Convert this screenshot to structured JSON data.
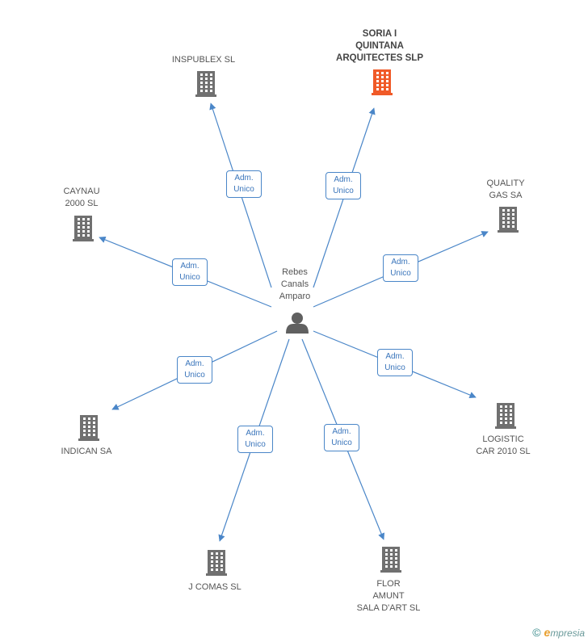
{
  "center": {
    "label_lines": [
      "Rebes",
      "Canals",
      "Amparo"
    ],
    "icon": "person-icon"
  },
  "companies": [
    {
      "id": "soria",
      "label_lines": [
        "SORIA I",
        "QUINTANA",
        "ARQUITECTES SLP"
      ],
      "highlight": true,
      "icon": "building-icon"
    },
    {
      "id": "inspublex",
      "label_lines": [
        "INSPUBLEX SL"
      ],
      "highlight": false,
      "icon": "building-icon"
    },
    {
      "id": "caynau",
      "label_lines": [
        "CAYNAU",
        "2000 SL"
      ],
      "highlight": false,
      "icon": "building-icon"
    },
    {
      "id": "quality",
      "label_lines": [
        "QUALITY",
        "GAS SA"
      ],
      "highlight": false,
      "icon": "building-icon"
    },
    {
      "id": "indican",
      "label_lines": [
        "INDICAN SA"
      ],
      "highlight": false,
      "icon": "building-icon"
    },
    {
      "id": "logistic",
      "label_lines": [
        "LOGISTIC",
        "CAR 2010 SL"
      ],
      "highlight": false,
      "icon": "building-icon"
    },
    {
      "id": "jcomas",
      "label_lines": [
        "J COMAS SL"
      ],
      "highlight": false,
      "icon": "building-icon"
    },
    {
      "id": "flor",
      "label_lines": [
        "FLOR",
        "AMUNT",
        "SALA D'ART SL"
      ],
      "highlight": false,
      "icon": "building-icon"
    }
  ],
  "edges": [
    {
      "to": "soria",
      "label_lines": [
        "Adm.",
        "Unico"
      ]
    },
    {
      "to": "inspublex",
      "label_lines": [
        "Adm.",
        "Unico"
      ]
    },
    {
      "to": "caynau",
      "label_lines": [
        "Adm.",
        "Unico"
      ]
    },
    {
      "to": "quality",
      "label_lines": [
        "Adm.",
        "Unico"
      ]
    },
    {
      "to": "indican",
      "label_lines": [
        "Adm.",
        "Unico"
      ]
    },
    {
      "to": "logistic",
      "label_lines": [
        "Adm.",
        "Unico"
      ]
    },
    {
      "to": "jcomas",
      "label_lines": [
        "Adm.",
        "Unico"
      ]
    },
    {
      "to": "flor",
      "label_lines": [
        "Adm.",
        "Unico"
      ]
    }
  ],
  "colors": {
    "edge": "#4a86c8",
    "building": "#707070",
    "building_highlight": "#f05a28",
    "person": "#606060"
  },
  "footer": {
    "copyright_symbol": "©",
    "brand_initial": "e",
    "brand_rest": "mpresia"
  }
}
